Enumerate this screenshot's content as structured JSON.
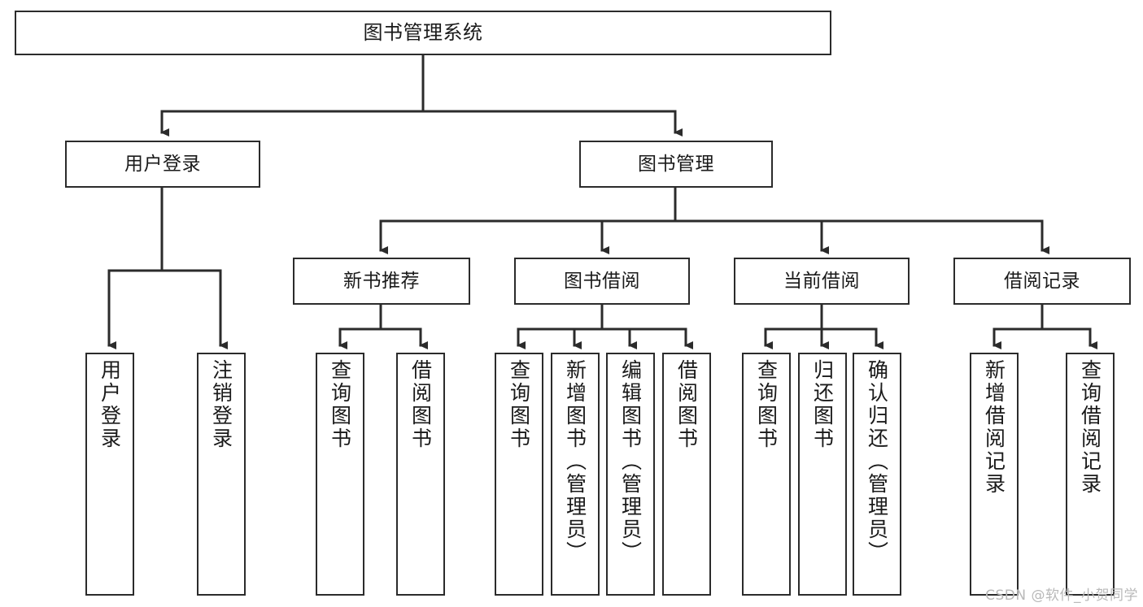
{
  "diagram": {
    "type": "tree-hierarchy-chart",
    "title": "图书管理系统",
    "background_color": "#ffffff",
    "line_color": "#2b2b2b",
    "box_fill": "#ffffff",
    "text_color": "#1a1a1a"
  },
  "root": {
    "label": "图书管理系统"
  },
  "level1": [
    {
      "label": "用户登录"
    },
    {
      "label": "图书管理"
    }
  ],
  "level2": [
    {
      "label": "新书推荐"
    },
    {
      "label": "图书借阅"
    },
    {
      "label": "当前借阅"
    },
    {
      "label": "借阅记录"
    }
  ],
  "leaves": {
    "user_login": [
      {
        "label": "用户登录"
      },
      {
        "label": "注销登录"
      }
    ],
    "new_book_recommend": [
      {
        "label": "查询图书"
      },
      {
        "label": "借阅图书"
      }
    ],
    "book_borrow": [
      {
        "label": "查询图书"
      },
      {
        "label": "新增图书（管理员）"
      },
      {
        "label": "编辑图书（管理员）"
      },
      {
        "label": "借阅图书"
      }
    ],
    "current_borrow": [
      {
        "label": "查询图书"
      },
      {
        "label": "归还图书"
      },
      {
        "label": "确认归还（管理员）"
      }
    ],
    "borrow_records": [
      {
        "label": "新增借阅记录"
      },
      {
        "label": "查询借阅记录"
      }
    ]
  },
  "watermark": {
    "text": "CSDN @软件_小贺同学"
  }
}
